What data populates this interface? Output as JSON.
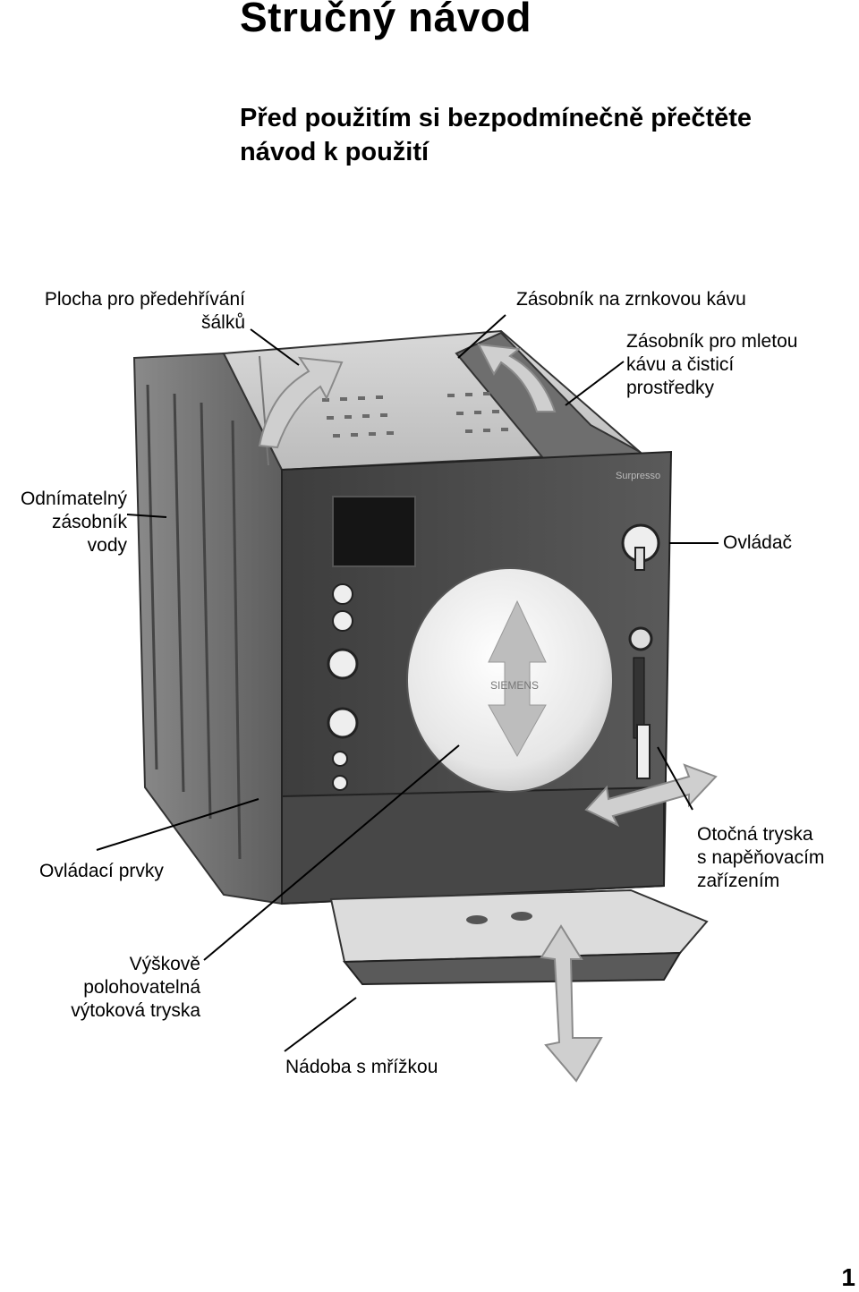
{
  "header": {
    "title": "Stručný návod",
    "subtitle_line1": "Před použitím si bezpodmínečně přečtěte",
    "subtitle_line2": "návod k použití"
  },
  "labels": {
    "cup_warmer": [
      "Plocha pro předehřívání",
      "šálků"
    ],
    "bean_container": "Zásobník na zrnkovou kávu",
    "ground_container": [
      "Zásobník pro mletou",
      "kávu a čisticí",
      "prostředky"
    ],
    "water_tank": [
      "Odnímatelný",
      "zásobník",
      "vody"
    ],
    "control_knob": "Ovládač",
    "controls": "Ovládací prvky",
    "steam_nozzle": [
      "Otočná tryska",
      "s napěňovacím",
      "zařízením"
    ],
    "outlet": [
      "Výškově",
      "polohovatelná",
      "výtoková tryska"
    ],
    "drip_tray": "Nádoba s mřížkou"
  },
  "page_number": "1"
}
